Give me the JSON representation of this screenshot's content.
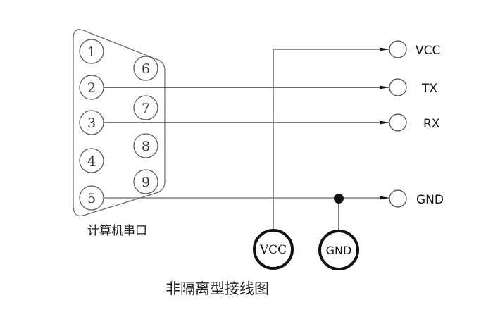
{
  "connector": {
    "label": "计算机串口",
    "pins": [
      {
        "id": "1",
        "label": "1"
      },
      {
        "id": "2",
        "label": "2"
      },
      {
        "id": "3",
        "label": "3"
      },
      {
        "id": "4",
        "label": "4"
      },
      {
        "id": "5",
        "label": "5"
      },
      {
        "id": "6",
        "label": "6"
      },
      {
        "id": "7",
        "label": "7"
      },
      {
        "id": "8",
        "label": "8"
      },
      {
        "id": "9",
        "label": "9"
      }
    ]
  },
  "terminals": [
    {
      "id": "vcc",
      "label": "VCC"
    },
    {
      "id": "tx",
      "label": "TX"
    },
    {
      "id": "rx",
      "label": "RX"
    },
    {
      "id": "gnd",
      "label": "GND"
    }
  ],
  "power_nodes": [
    {
      "id": "vcc",
      "label": "VCC"
    },
    {
      "id": "gnd",
      "label": "GND"
    }
  ],
  "connections": [
    {
      "from": "pin-2",
      "to": "tx"
    },
    {
      "from": "pin-3",
      "to": "rx"
    },
    {
      "from": "pin-5",
      "to": "gnd"
    },
    {
      "from": "power-vcc",
      "to": "vcc"
    },
    {
      "from": "power-gnd",
      "to": "gnd"
    }
  ],
  "title": "非隔离型接线图"
}
